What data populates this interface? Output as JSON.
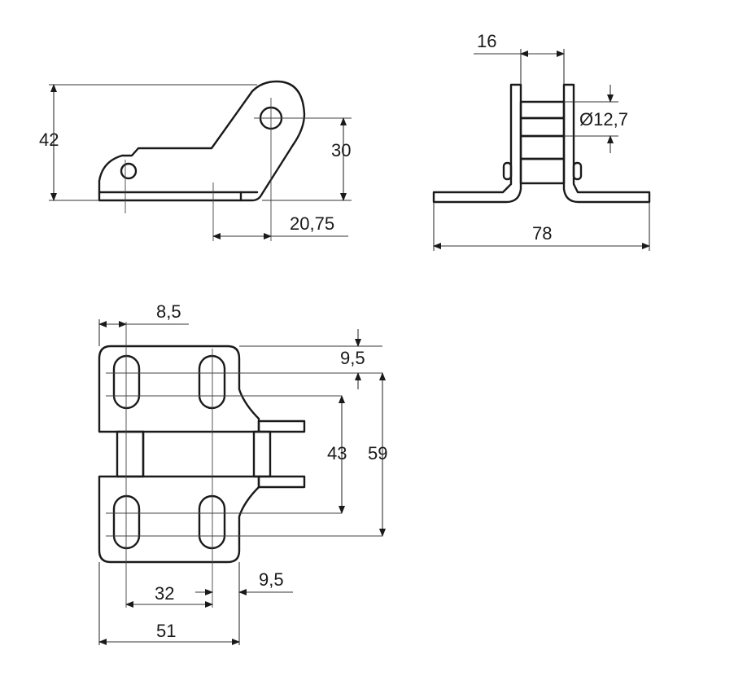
{
  "colors": {
    "ink": "#1a1a1a",
    "background": "#ffffff"
  },
  "dimensions": {
    "side_height": "42",
    "side_hole_height": "30",
    "side_offset": "20,75",
    "end_pitch": "16",
    "end_diameter": "Ø12,7",
    "end_width": "78",
    "top_slot_spacing": "8,5",
    "top_edge_offset": "9,5",
    "top_inner_span": "43",
    "top_outer_span": "59",
    "bottom_slot_pitch": "32",
    "bottom_edge_offset": "9,5",
    "bottom_overall_width": "51"
  }
}
